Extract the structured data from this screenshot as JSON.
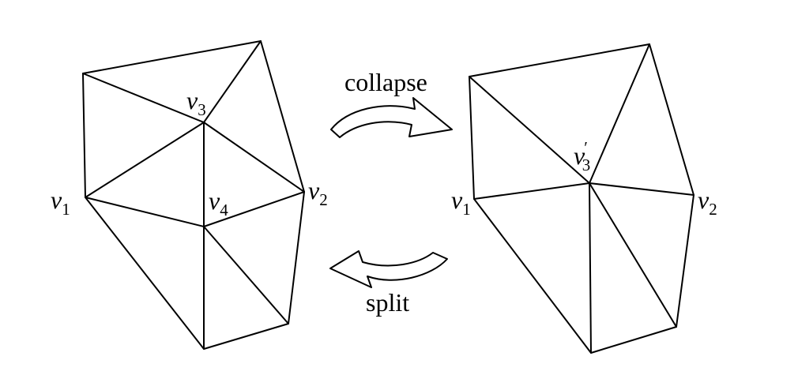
{
  "left_mesh": {
    "vertices": {
      "v1": {
        "name": "v",
        "sub": "1"
      },
      "v2": {
        "name": "v",
        "sub": "2"
      },
      "v3": {
        "name": "v",
        "sub": "3"
      },
      "v4": {
        "name": "v",
        "sub": "4"
      }
    }
  },
  "right_mesh": {
    "vertices": {
      "v1": {
        "name": "v",
        "sub": "1"
      },
      "v2": {
        "name": "v",
        "sub": "2"
      },
      "v3prime": {
        "name": "v",
        "prime": "′",
        "sub": "3"
      }
    }
  },
  "operations": {
    "collapse": "collapse",
    "split": "split"
  }
}
